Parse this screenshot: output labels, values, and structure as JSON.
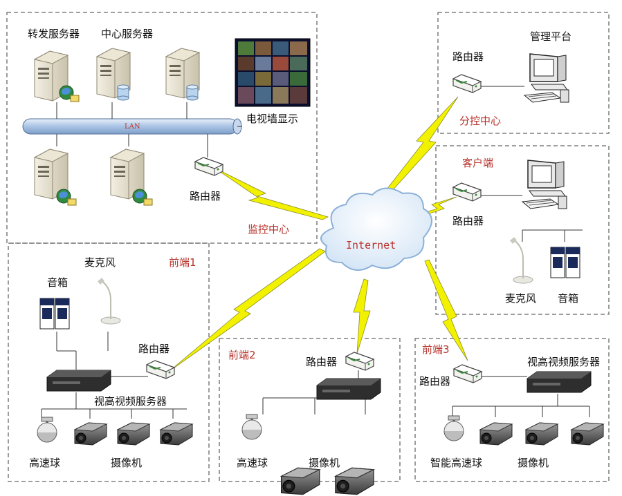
{
  "monitor_center": {
    "forward_server": "转发服务器",
    "center_server": "中心服务器",
    "lan": "LAN",
    "tv_wall": "电视墙显示",
    "router": "路由器",
    "title": "监控中心"
  },
  "sub_center": {
    "router": "路由器",
    "platform": "管理平台",
    "title": "分控中心"
  },
  "client": {
    "title": "客户端",
    "router": "路由器",
    "microphone": "麦克风",
    "speaker": "音箱"
  },
  "internet": "Internet",
  "front1": {
    "title": "前端1",
    "microphone": "麦克风",
    "speaker": "音箱",
    "router": "路由器",
    "server": "视高视频服务器",
    "dome": "高速球",
    "camera": "摄像机"
  },
  "front2": {
    "title": "前端2",
    "router": "路由器",
    "dome": "高速球",
    "camera": "摄像机"
  },
  "front3": {
    "title": "前端3",
    "router": "路由器",
    "server": "视高视频服务器",
    "dome": "智能高速球",
    "camera": "摄像机"
  },
  "colors": {
    "lightning": "#f2f200",
    "title_red": "#b8322b",
    "lan_pipe": "#a9c3e4",
    "dashed": "#666666"
  }
}
